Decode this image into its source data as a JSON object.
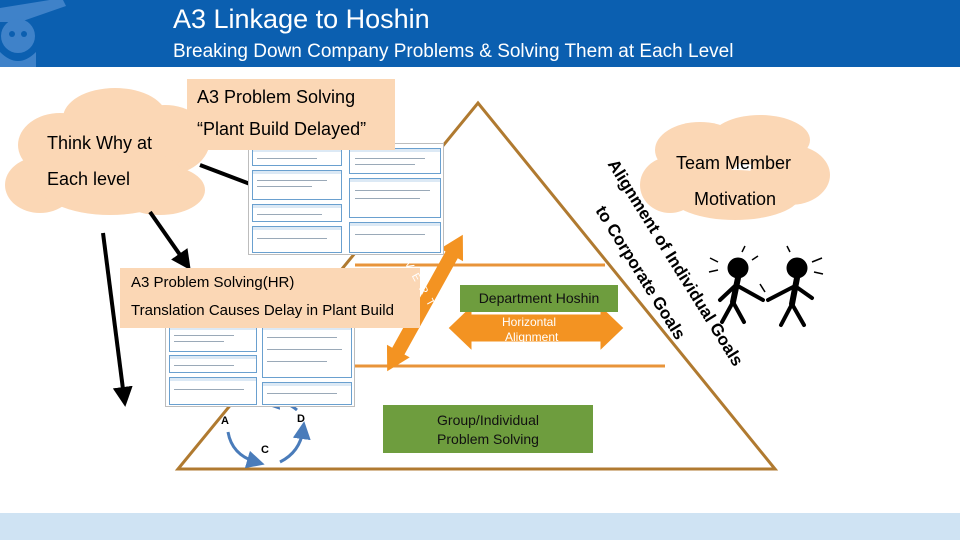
{
  "header": {
    "title": "A3 Linkage to Hoshin",
    "subtitle": "Breaking Down Company Problems & Solving Them at Each Level"
  },
  "colors": {
    "header_blue": "#0b5fb0",
    "footer_blue": "#cfe3f3",
    "triangle": "#b07a30",
    "peach": "#fbd7b5",
    "green_box": "#6e9d3e",
    "arrow_orange": "#f39322"
  },
  "clouds": {
    "think_why_line1": "Think Why at",
    "think_why_line2": "Each level",
    "motivation_line1": "Team Member",
    "motivation_line2": "Motivation"
  },
  "labels": {
    "a3_plant_line1": "A3 Problem Solving",
    "a3_plant_line2": "“Plant Build Delayed”",
    "a3_hr_line1": "A3 Problem Solving(HR)",
    "a3_hr_line2": "Translation Causes Delay in Plant Build",
    "department_hoshin": "Department Hoshin",
    "horizontal_line1": "Horizontal",
    "horizontal_line2": "Alignment",
    "vertical": "VERTICAL",
    "group_line1": "Group/Individual",
    "group_line2": "Problem Solving",
    "alignment_line1": "Alignment of Individual Goals",
    "alignment_line2": "to Corporate Goals",
    "cycle_a": "A",
    "cycle_c": "C",
    "cycle_d": "D"
  }
}
